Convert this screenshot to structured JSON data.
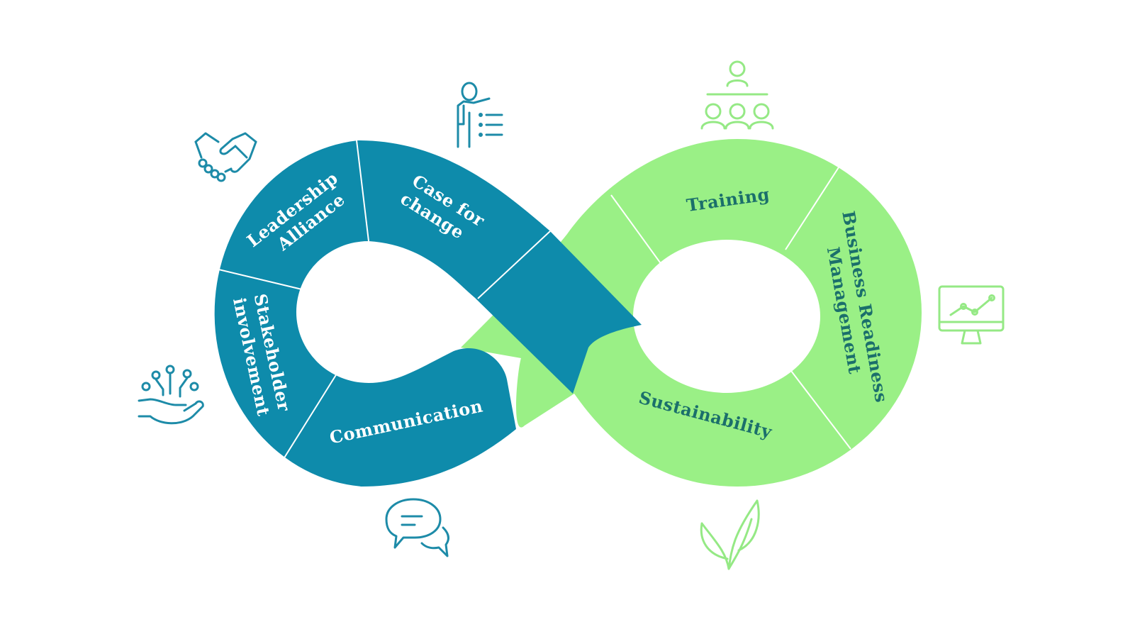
{
  "colors": {
    "blue": "#0e8bab",
    "green": "#9af086",
    "green_text": "#1b6f6b",
    "white": "#ffffff"
  },
  "segments": [
    {
      "id": "leadership",
      "lines": [
        "Leadership",
        "Alliance"
      ],
      "icon": "handshake-icon"
    },
    {
      "id": "case",
      "lines": [
        "Case for",
        "change"
      ],
      "icon": "presenter-icon"
    },
    {
      "id": "stakeholder",
      "lines": [
        "Stakeholder",
        "involvement"
      ],
      "icon": "hand-network-icon"
    },
    {
      "id": "communication",
      "lines": [
        "Communication"
      ],
      "icon": "chat-bubbles-icon"
    },
    {
      "id": "training",
      "lines": [
        "Training"
      ],
      "icon": "group-training-icon"
    },
    {
      "id": "business",
      "lines": [
        "Business Readiness",
        "Management"
      ],
      "icon": "monitor-chart-icon"
    },
    {
      "id": "sustainability",
      "lines": [
        "Sustainability"
      ],
      "icon": "leaf-sprout-icon"
    }
  ]
}
